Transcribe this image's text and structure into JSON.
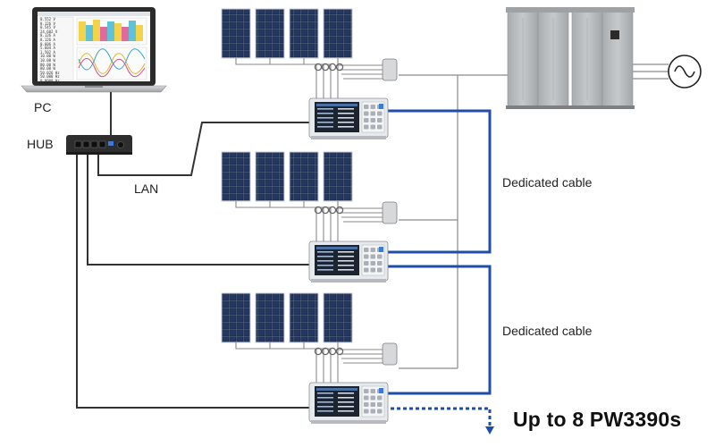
{
  "labels": {
    "pc": "PC",
    "hub": "HUB",
    "lan": "LAN",
    "dedicated_cable_1": "Dedicated cable",
    "dedicated_cable_2": "Dedicated cable",
    "up_to": "Up to 8 PW3390s"
  },
  "laptop_readout": [
    "0.552 V",
    "8.126 V",
    "0.545 V",
    "24.602 V",
    "8.126 A",
    "8.126 A",
    "0.606 A",
    "5.604 A",
    "1.502 A",
    "10.00 W",
    "10.00 W",
    "80.00 W",
    "80.00 W",
    "50.026 Hz",
    "50.000 Hz",
    "0.0000 Hz"
  ],
  "colors": {
    "dedicated_cable": "#1f4ea8",
    "lan_cable": "#333333",
    "wiring": "#8a8a8a",
    "solar_cell": "#1d2a4a",
    "inverter_cabinet": "#b9bdbf"
  },
  "icons": {
    "laptop": "laptop-icon",
    "hub": "network-hub-icon",
    "solar_panel": "solar-panel-icon",
    "analyzer": "power-analyzer-icon",
    "junction": "junction-box-icon",
    "inverter": "inverter-cabinet-icon",
    "grid": "ac-grid-icon"
  }
}
